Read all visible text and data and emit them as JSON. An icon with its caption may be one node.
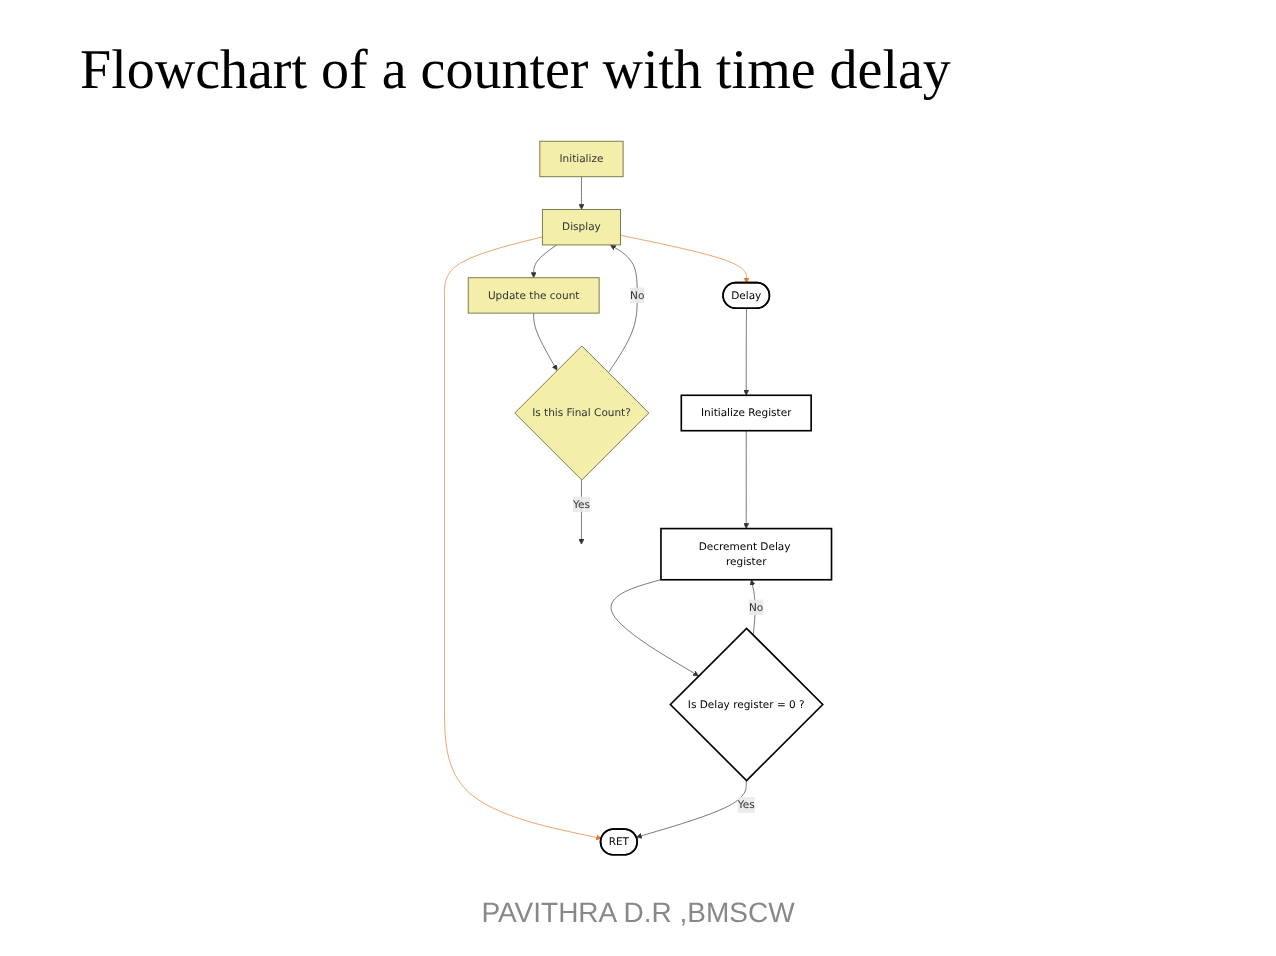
{
  "diagram": {
    "title": "Flowchart of a counter with time delay",
    "nodes": [
      {
        "text": [
          "Initialize"
        ]
      },
      {
        "text": [
          "Display"
        ]
      },
      {
        "text": [
          "Update the count"
        ]
      },
      {
        "text": [
          "Is this Final Count?"
        ]
      },
      {
        "text": [
          "Delay"
        ]
      },
      {
        "text": [
          "Initialize Register"
        ]
      },
      {
        "text": [
          "Decrement Delay register"
        ]
      },
      {
        "text": [
          "Is Delay register = 0 ?"
        ]
      },
      {
        "text": [
          "RET"
        ]
      }
    ],
    "edges": [
      {
        "from": 0,
        "to": 1,
        "arrow": "to"
      },
      {
        "from": 1,
        "to": 2,
        "arrow": "to"
      },
      {
        "from": 2,
        "to": 3,
        "arrow": "to"
      },
      {
        "from": 3,
        "to": 1,
        "arrow": "to",
        "label": "No"
      },
      {
        "from": 3,
        "to": null,
        "arrow": "to",
        "label": "Yes"
      },
      {
        "from": 1,
        "to": 4,
        "arrow": "to",
        "color": "#e87722"
      },
      {
        "from": 1,
        "to": 8,
        "arrow": "to",
        "color": "#e87722"
      },
      {
        "from": 4,
        "to": 5,
        "arrow": "to"
      },
      {
        "from": 5,
        "to": 6,
        "arrow": "to"
      },
      {
        "from": 6,
        "to": 7,
        "arrow": "to"
      },
      {
        "from": 7,
        "to": 6,
        "arrow": "to",
        "label": "No"
      },
      {
        "from": 7,
        "to": 8,
        "arrow": "to",
        "label": "Yes"
      }
    ],
    "labels": [
      "PAVITHRA D.R ,BMSCW"
    ]
  }
}
